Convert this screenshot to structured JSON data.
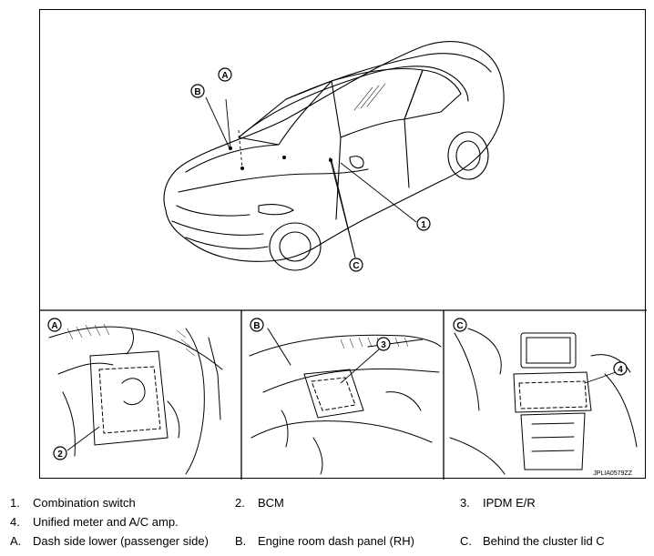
{
  "callouts": {
    "A": "A",
    "B": "B",
    "C": "C",
    "n1": "1",
    "n2": "2",
    "n3": "3",
    "n4": "4"
  },
  "figure_id": "JPLIA0579ZZ",
  "legend": [
    {
      "key": "1.",
      "text": "Combination switch"
    },
    {
      "key": "2.",
      "text": "BCM"
    },
    {
      "key": "3.",
      "text": "IPDM E/R"
    },
    {
      "key": "4.",
      "text": "Unified meter and A/C amp."
    },
    {
      "key": "A.",
      "text": "Dash side lower (passenger side)"
    },
    {
      "key": "B.",
      "text": "Engine room dash panel (RH)"
    },
    {
      "key": "C.",
      "text": "Behind the cluster lid C"
    }
  ]
}
